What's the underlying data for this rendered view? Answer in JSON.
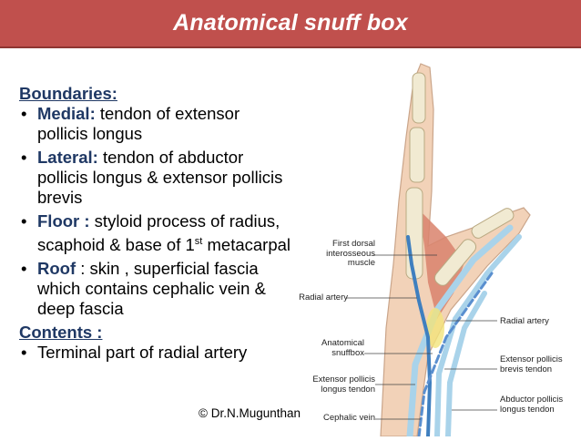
{
  "title": "Anatomical snuff box",
  "boundaries": {
    "heading": "Boundaries:",
    "items": [
      {
        "label": "Medial:",
        "text": " tendon of extensor pollicis longus"
      },
      {
        "label": "Lateral:",
        "text": " tendon of abductor pollicis longus & extensor pollicis brevis"
      },
      {
        "label": "Floor :",
        "text": " styloid process of radius, scaphoid & base of ",
        "sup_pre": "1",
        "sup": "st",
        "sup_post": " metacarpal"
      },
      {
        "label": "Roof",
        "text": " : skin , superficial fascia which contains cephalic vein & deep fascia"
      }
    ]
  },
  "contents": {
    "heading": "Contents :",
    "items": [
      "Terminal part of radial artery"
    ]
  },
  "credit": "© Dr.N.Mugunthan",
  "figure_labels": {
    "first_dorsal": "First dorsal interosseous muscle",
    "radial_artery_left": "Radial artery",
    "snuffbox": "Anatomical snuffbox",
    "epl": "Extensor pollicis longus tendon",
    "cephalic": "Cephalic vein",
    "radial_artery_right": "Radial artery",
    "epb": "Extensor pollicis brevis tendon",
    "apl": "Abductor pollicis longus tendon"
  },
  "colors": {
    "title_bar": "#c0504d",
    "heading": "#1f3864",
    "skin": "#f2d2b8",
    "muscle": "#d9826c",
    "artery": "#3f7fbf",
    "tendon": "#a9d3ea",
    "bone": "#f1ead2"
  }
}
